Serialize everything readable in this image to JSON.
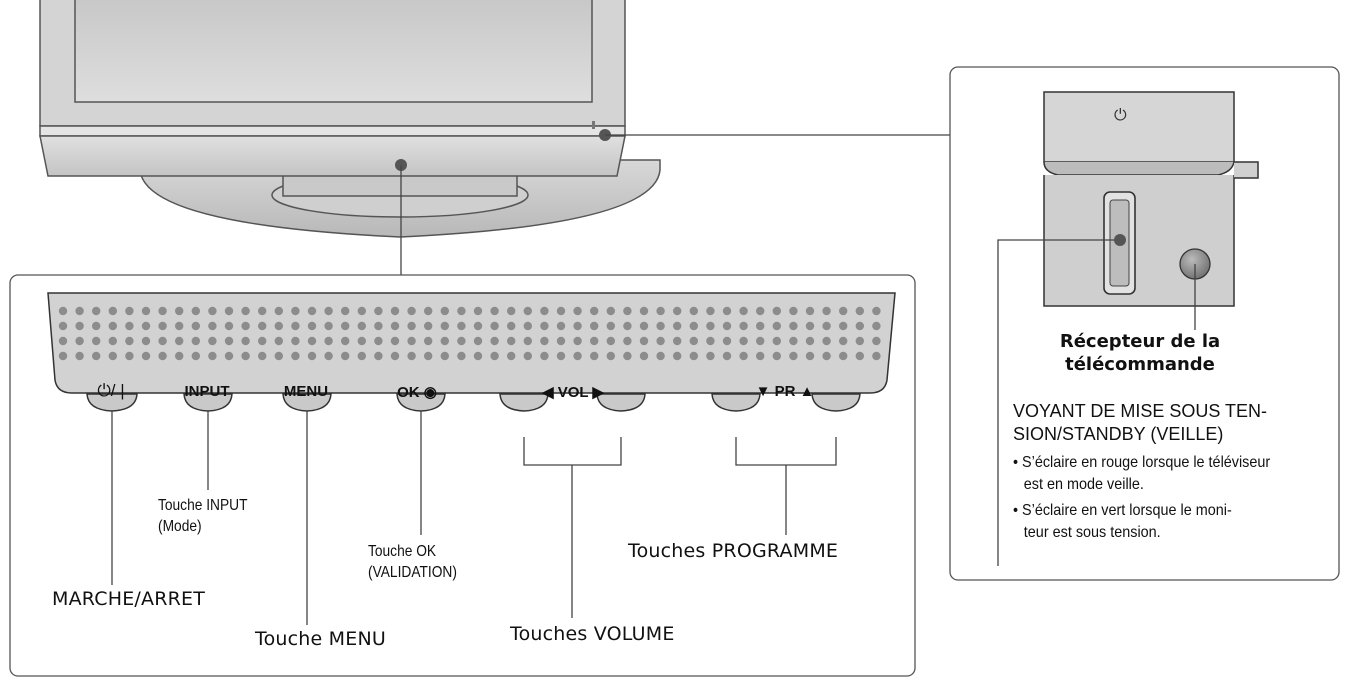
{
  "front_panel": {
    "buttons": [
      {
        "id": "power",
        "label": "⏻/ |",
        "center": 120
      },
      {
        "id": "input",
        "label": "INPUT",
        "center": 207
      },
      {
        "id": "menu",
        "label": "MENU",
        "center": 306
      },
      {
        "id": "ok",
        "label": "OK ◉",
        "center": 420
      },
      {
        "id": "vol_down",
        "label": "◀  VOL  ▶",
        "center": 570
      },
      {
        "id": "pr",
        "label": "▼  PR  ▲",
        "center": 783
      }
    ]
  },
  "callouts": {
    "power": "MARCHE/ARRET",
    "input": [
      "Touche INPUT",
      "(Mode)"
    ],
    "menu": "Touche MENU",
    "ok": [
      "Touche OK",
      "(VALIDATION)"
    ],
    "volume": "Touches VOLUME",
    "programme": "Touches PROGRAMME"
  },
  "side_panel": {
    "power_symbol": "⏻",
    "receiver_label": [
      "Récepteur de la",
      "télécommande"
    ],
    "indicator_title": [
      "VOYANT DE MISE SOUS TEN-",
      "SION/STANDBY (VEILLE)"
    ],
    "bullets": [
      [
        "S’éclaire en rouge lorsque le téléviseur",
        "est en mode veille."
      ],
      [
        "S’éclaire en vert lorsque le moni-",
        "teur est sous tension."
      ]
    ]
  },
  "colors": {
    "panel": "#d2d2d2",
    "panel_dark": "#9a9a9a",
    "dot": "#8c8c8c",
    "marker": "#555555",
    "line": "#444444"
  }
}
